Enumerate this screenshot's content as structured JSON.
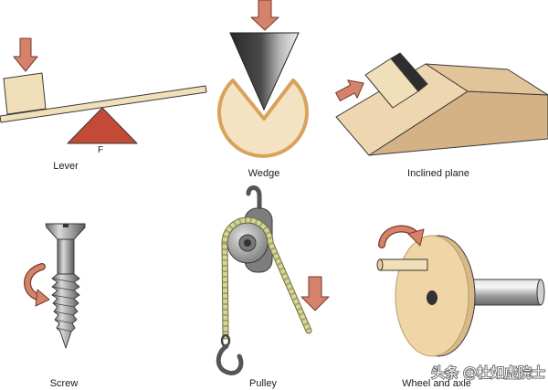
{
  "labels": {
    "lever": "Lever",
    "fulcrum": "F",
    "wedge": "Wedge",
    "inclined_plane": "Inclined plane",
    "screw": "Screw",
    "pulley": "Pulley",
    "wheel_and_axle": "Wheel and axle"
  },
  "watermark": "头条 @杜如虚院士",
  "colors": {
    "wood": "#f0dfb8",
    "arrow": "#d4826a",
    "fulcrum": "#c24a36",
    "wheel_face": "#f0d6a6",
    "wedge_target": "#f3e3c3"
  }
}
